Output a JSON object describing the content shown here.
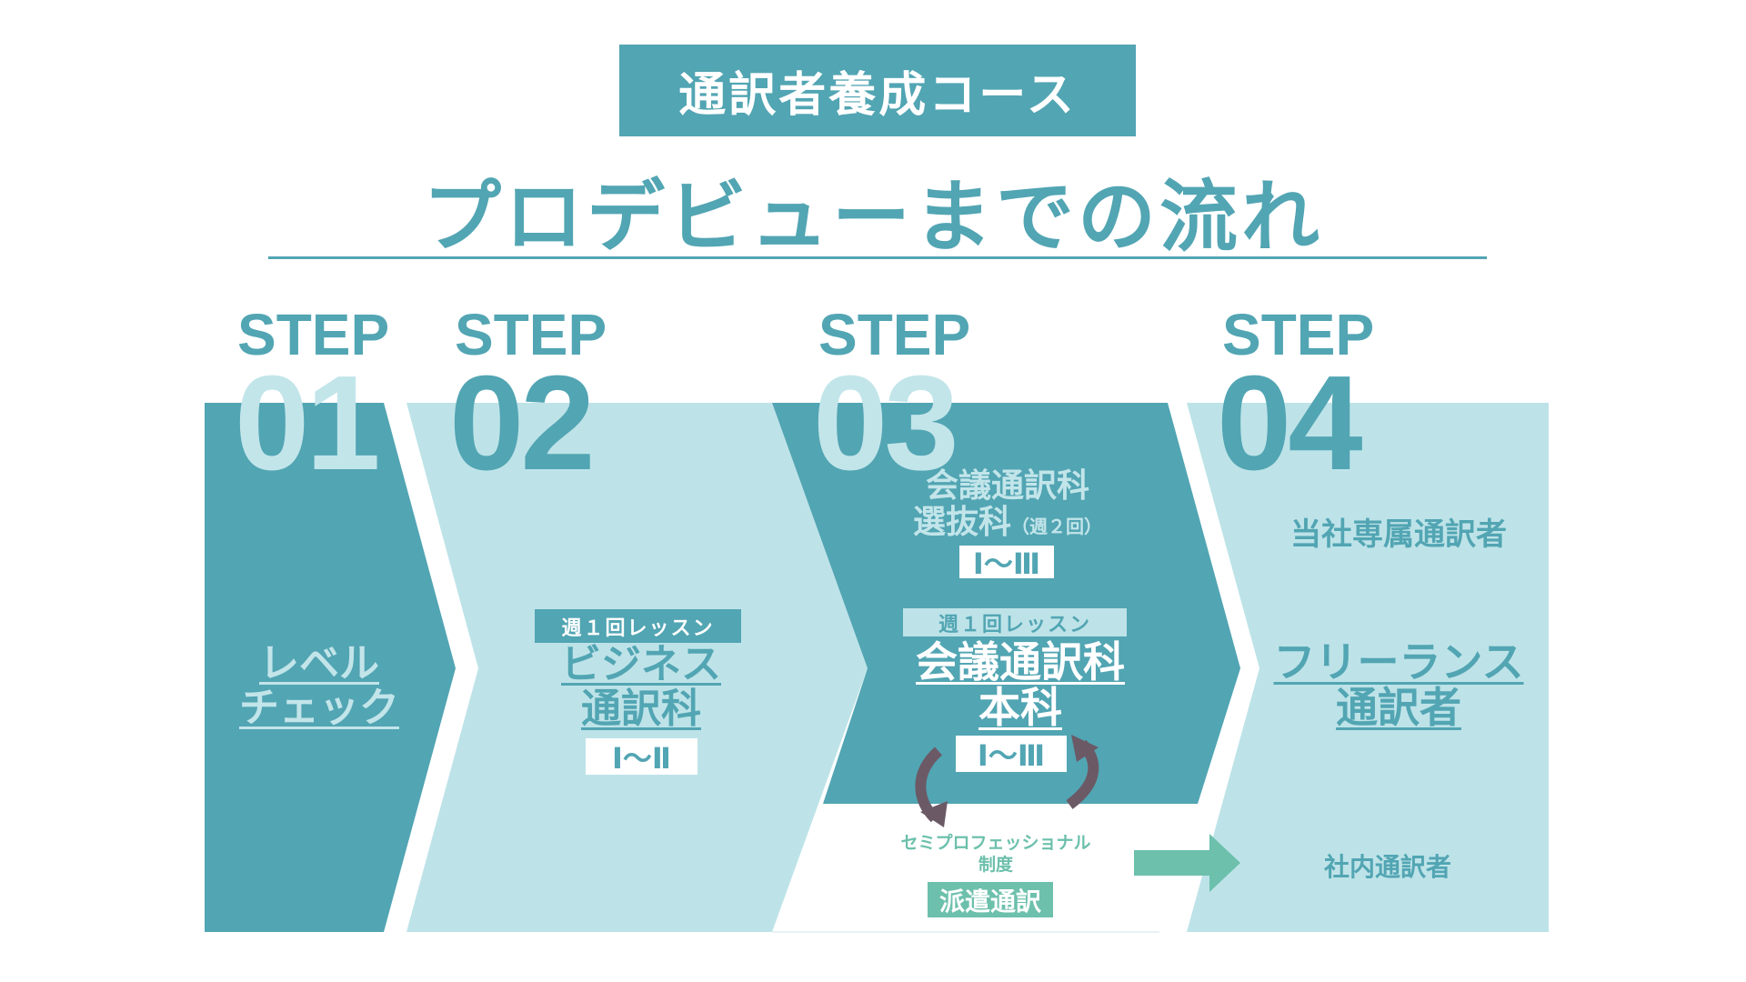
{
  "header": {
    "title": "通訳者養成コース",
    "subtitle": "プロデビューまでの流れ"
  },
  "colors": {
    "dark": "#52a5b3",
    "light": "#bde3e8",
    "pale_text": "#c2e5ea",
    "green": "#6cc0ac",
    "arrow": "#6b5a66"
  },
  "steps": [
    {
      "label": "STEP",
      "number": "01",
      "lines": [
        "レベル",
        "チェック"
      ]
    },
    {
      "label": "STEP",
      "number": "02",
      "tag": "週１回レッスン",
      "lines": [
        "ビジネス",
        "通訳科"
      ],
      "level": "Ⅰ〜Ⅱ"
    },
    {
      "label": "STEP",
      "number": "03",
      "selection_lines": [
        "会議通訳科",
        "選抜科"
      ],
      "selection_note": "（週２回）",
      "selection_level": "Ⅰ〜Ⅲ",
      "tag": "週１回レッスン",
      "lines": [
        "会議通訳科",
        "本科"
      ],
      "level": "Ⅰ〜Ⅲ",
      "semi_pro": [
        "セミプロフェッショナル",
        "制度"
      ],
      "dispatch": "派遣通訳"
    },
    {
      "label": "STEP",
      "number": "04",
      "in_house_exclusive": "当社専属通訳者",
      "lines": [
        "フリーランス",
        "通訳者"
      ],
      "in_house": "社内通訳者"
    }
  ]
}
